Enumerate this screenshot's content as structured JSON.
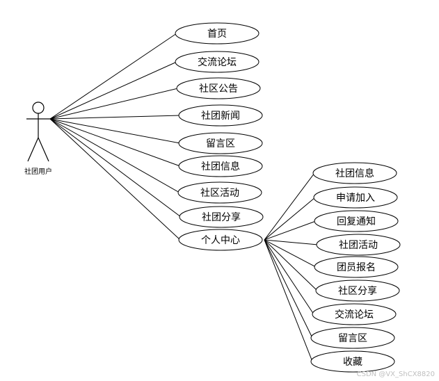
{
  "actor": {
    "label": "社团用户"
  },
  "main_use_cases": [
    {
      "label": "首页"
    },
    {
      "label": "交流论坛"
    },
    {
      "label": "社区公告"
    },
    {
      "label": "社团新闻"
    },
    {
      "label": "留言区"
    },
    {
      "label": "社团信息"
    },
    {
      "label": "社区活动"
    },
    {
      "label": "社团分享"
    },
    {
      "label": "个人中心"
    }
  ],
  "sub_use_cases": [
    {
      "label": "社团信息"
    },
    {
      "label": "申请加入"
    },
    {
      "label": "回复通知"
    },
    {
      "label": "社团活动"
    },
    {
      "label": "团员报名"
    },
    {
      "label": "社区分享"
    },
    {
      "label": "交流论坛"
    },
    {
      "label": "留言区"
    },
    {
      "label": "收藏"
    }
  ],
  "watermark": "CSDN @VX_ShCX8820"
}
